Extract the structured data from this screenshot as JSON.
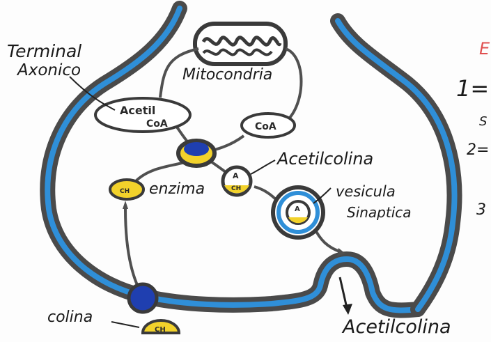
{
  "labels": {
    "terminal_line1": "Terminal",
    "terminal_line2": "Axonico",
    "mitochondria": "Mitocondria",
    "acetyl_line1": "Acetil",
    "acetyl_line2": "CoA",
    "coa": "CoA",
    "acetylcholine_top": "Acetilcolina",
    "enzyme": "enzima",
    "vesicle_line1": "vesicula",
    "vesicle_line2": "Sinaptica",
    "choline": "colina",
    "acetylcholine_bottom": "Acetilcolina",
    "ch_small": "CH",
    "a_small": "A",
    "side_title_fragment": "E",
    "side_list_1": "1=",
    "side_list_1_sub": "S",
    "side_list_2": "2=",
    "side_list_3": "3"
  },
  "colors": {
    "membrane_blue": "#2f8fd8",
    "membrane_gray": "#4a4a4a",
    "yellow": "#f2d22b",
    "node_blue": "#1f3fb0",
    "side_red": "#e05050"
  }
}
